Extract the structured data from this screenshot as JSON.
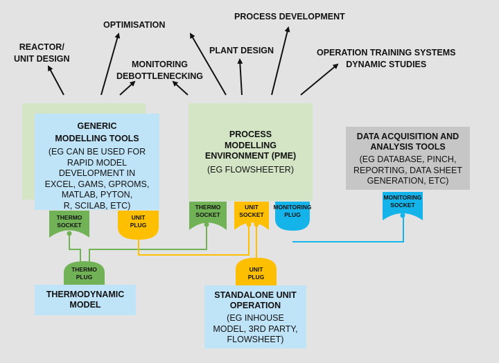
{
  "outcomes": {
    "reactor": [
      "REACTOR/",
      "UNIT DESIGN"
    ],
    "optimisation": "OPTIMISATION",
    "monitoring": [
      "MONITORING",
      "DEBOTTLENECKING"
    ],
    "plant_design": "PLANT DESIGN",
    "process_development": "PROCESS DEVELOPMENT",
    "operation": [
      "OPERATION TRAINING SYSTEMS",
      "DYNAMIC STUDIES"
    ]
  },
  "boxes": {
    "generic": {
      "title": [
        "GENERIC",
        "MODELLING TOOLS"
      ],
      "sub": [
        "(EG CAN BE USED FOR",
        "RAPID MODEL",
        "DEVELOPMENT IN",
        "EXCEL, GAMS, GPROMS,",
        "MATLAB, PYTON,",
        "R, SCILAB, ETC)"
      ]
    },
    "pme": {
      "title": [
        "PROCESS",
        "MODELLING",
        "ENVIRONMENT (PME)"
      ],
      "sub": [
        "(EG FLOWSHEETER)"
      ]
    },
    "data": {
      "title": [
        "DATA ACQUISITION AND",
        "ANALYSIS TOOLS"
      ],
      "sub": [
        "(EG DATABASE, PINCH,",
        "REPORTING, DATA SHEET",
        "GENERATION, ETC)"
      ]
    },
    "thermo_model": {
      "title": [
        "THERMODYNAMIC",
        "MODEL"
      ]
    },
    "standalone": {
      "title": [
        "STANDALONE UNIT",
        "OPERATION"
      ],
      "sub": [
        "(EG INHOUSE",
        "MODEL, 3RD PARTY,",
        "FLOWSHEET)"
      ]
    }
  },
  "connectors": {
    "generic_thermo_socket": [
      "THERMO",
      "SOCKET"
    ],
    "generic_unit_plug": [
      "UNIT",
      "PLUG"
    ],
    "pme_thermo_socket": [
      "THERMO",
      "SOCKET"
    ],
    "pme_unit_socket": [
      "UNIT",
      "SOCKET"
    ],
    "pme_monitoring_plug": [
      "MONITORING",
      "PLUG"
    ],
    "data_monitoring_socket": [
      "MONITORING",
      "SOCKET"
    ],
    "thermo_plug": [
      "THERMO",
      "PLUG"
    ],
    "standalone_unit_plug": [
      "UNIT",
      "PLUG"
    ]
  },
  "colors": {
    "background": "#e3e3e3",
    "box_green": "#d4e5c5",
    "box_blue": "#bfe4f8",
    "box_gray": "#c6c6c6",
    "thermo": "#72b257",
    "unit": "#fdbf00",
    "monitoring": "#14b4ea"
  }
}
